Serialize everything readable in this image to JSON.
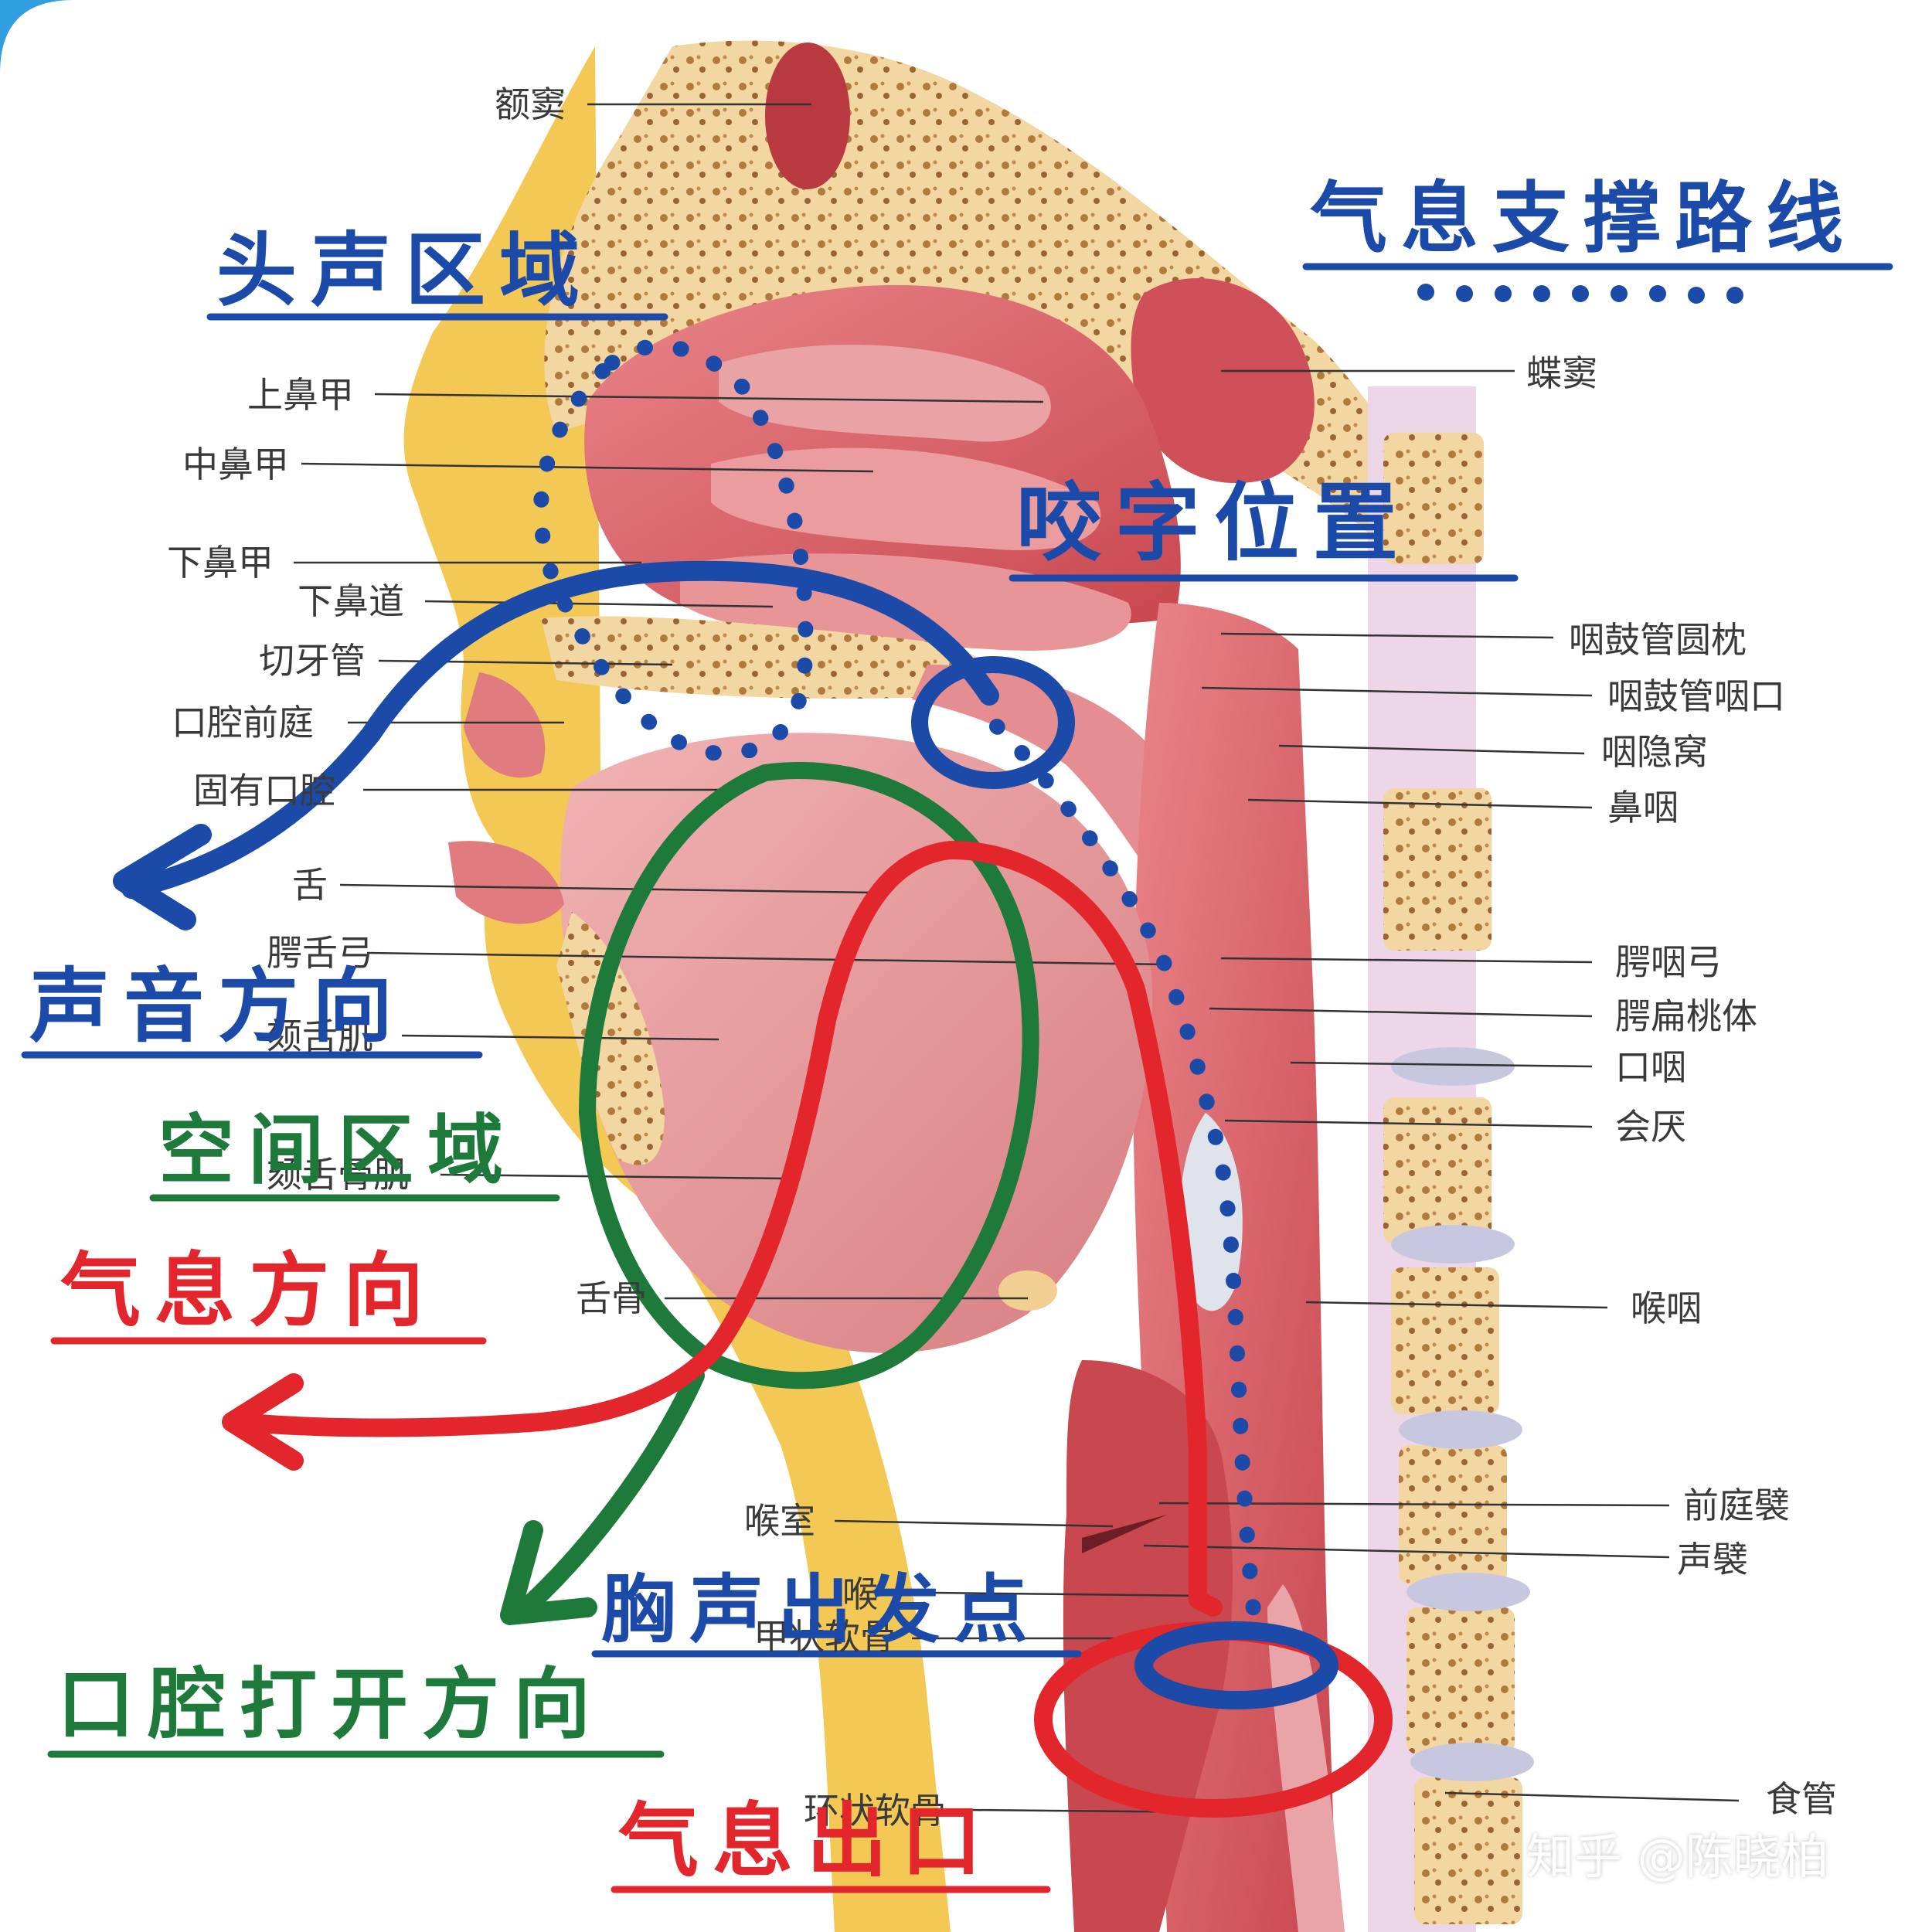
{
  "labels": {
    "frontal_sinus": "额窦",
    "sphenoid_sinus": "蝶窦",
    "superior_turbinate": "上鼻甲",
    "middle_turbinate": "中鼻甲",
    "inferior_turbinate": "下鼻甲",
    "inferior_meatus": "下鼻道",
    "incisive_canal": "切牙管",
    "oral_vestibule": "口腔前庭",
    "oral_cavity_proper": "固有口腔",
    "tongue": "舌",
    "palatoglossal_arch": "腭舌弓",
    "genioglossus": "颏舌肌",
    "geniohyoid": "颏舌骨肌",
    "hyoid": "舌骨",
    "torus_tubarius": "咽鼓管圆枕",
    "pharyngeal_tube_opening": "咽鼓管咽口",
    "pharyngeal_recess": "咽隐窝",
    "nasopharynx": "鼻咽",
    "palatopharyngeal_arch": "腭咽弓",
    "palatine_tonsil": "腭扁桃体",
    "oropharynx": "口咽",
    "epiglottis": "会厌",
    "laryngopharynx": "喉咽",
    "laryngeal_ventricle": "喉室",
    "vestibular_fold": "前庭襞",
    "vocal_fold": "声襞",
    "larynx": "喉",
    "thyroid_cartilage": "甲状软骨",
    "cricoid_cartilage": "环状软骨",
    "esophagus": "食管"
  },
  "annotations": {
    "head_voice": "头声区域",
    "breath_support": "气息支撑路线",
    "articulation": "咬字位置",
    "sound_direction": "声音方向",
    "space_area": "空间区域",
    "breath_direction": "气息方向",
    "chest_voice_origin": "胸声出发点",
    "mouth_open_direction": "口腔打开方向",
    "breath_exit": "气息出口"
  },
  "watermark": "知乎 @陈晓柏",
  "colors": {
    "blue": "#1c4aa8",
    "red": "#e3262c",
    "green": "#1d7a3a",
    "tissue": "#d9646a",
    "tissue_light": "#f0a7a8",
    "fat": "#f2c94c",
    "bone": "#f3d9a8",
    "corner_accent": "#2f9fe0"
  }
}
